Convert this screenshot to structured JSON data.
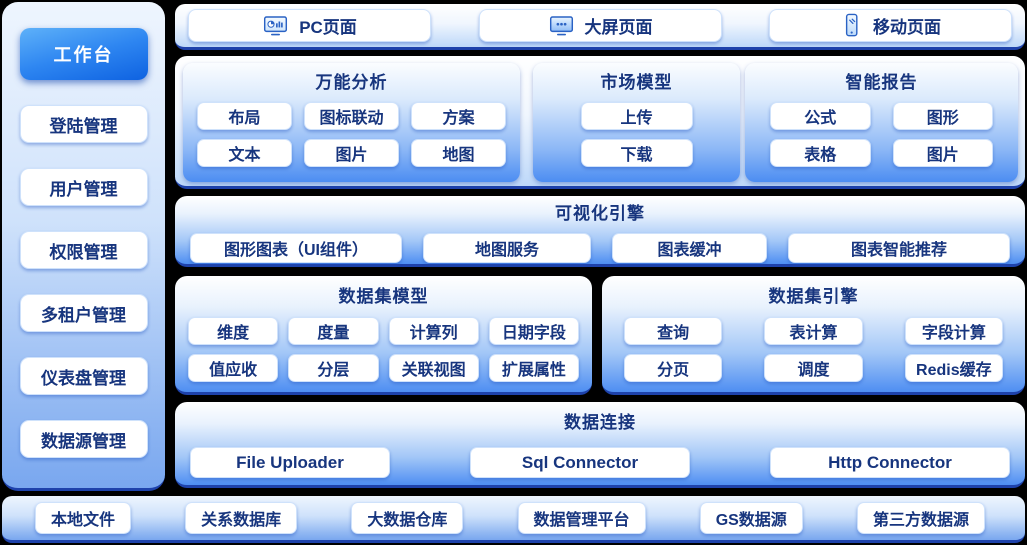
{
  "sidebar": {
    "active_label": "工作台",
    "items": [
      "登陆管理",
      "用户管理",
      "权限管理",
      "多租户管理",
      "仪表盘管理",
      "数据源管理"
    ]
  },
  "page_tabs": {
    "items": [
      {
        "label": "PC页面",
        "icon": "pc-monitor-chart-icon"
      },
      {
        "label": "大屏页面",
        "icon": "bigscreen-monitor-icon"
      },
      {
        "label": "移动页面",
        "icon": "mobile-phone-icon"
      }
    ]
  },
  "analysis_section": {
    "cards": [
      {
        "title": "万能分析",
        "buttons": [
          "布局",
          "图标联动",
          "方案",
          "文本",
          "图片",
          "地图"
        ]
      },
      {
        "title": "市场模型",
        "buttons": [
          "上传",
          "下载"
        ]
      },
      {
        "title": "智能报告",
        "buttons": [
          "公式",
          "图形",
          "表格",
          "图片"
        ]
      }
    ]
  },
  "viz_engine": {
    "title": "可视化引擎",
    "buttons": [
      "图形图表（UI组件）",
      "地图服务",
      "图表缓冲",
      "图表智能推荐"
    ]
  },
  "dataset_model": {
    "title": "数据集模型",
    "buttons": [
      "维度",
      "度量",
      "计算列",
      "日期字段",
      "值应收",
      "分层",
      "关联视图",
      "扩展属性"
    ]
  },
  "dataset_engine": {
    "title": "数据集引擎",
    "buttons": [
      "查询",
      "表计算",
      "字段计算",
      "分页",
      "调度",
      "Redis缓存"
    ]
  },
  "data_connection": {
    "title": "数据连接",
    "buttons": [
      "File Uploader",
      "Sql Connector",
      "Http Connector"
    ]
  },
  "data_sources": [
    "本地文件",
    "关系数据库",
    "大数据仓库",
    "数据管理平台",
    "GS数据源",
    "第三方数据源"
  ],
  "colors": {
    "accent_blue": "#1166e3",
    "text_navy": "#17357e",
    "panel_edge_navy": "#1e42ab",
    "card_gradient_bottom": "#4c8df2"
  }
}
